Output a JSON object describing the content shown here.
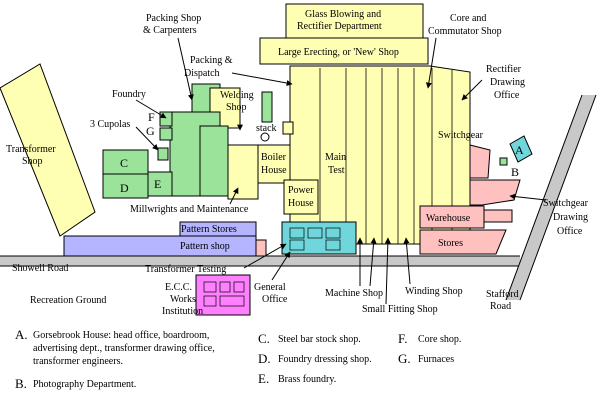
{
  "colors": {
    "yellow": "#ffffb4",
    "green": "#9be39b",
    "pink": "#ffc0c0",
    "blue": "#b4b4ff",
    "cyan": "#6fd6dc",
    "magenta": "#ff80ff",
    "grey": "#d0d0d0",
    "road": "#c8c8c8",
    "outline": "#000000"
  },
  "labels": {
    "glass_blowing": [
      "Glass Blowing and",
      "Rectifier Department"
    ],
    "large_erecting": "Large Erecting, or 'New' Shop",
    "core_commutator": [
      "Core and",
      "Commutator Shop"
    ],
    "rectifier_drawing": [
      "Rectifier",
      "Drawing",
      "Office"
    ],
    "packing_shop": [
      "Packing Shop",
      "& Carpenters"
    ],
    "packing_dispatch": [
      "Packing &",
      "Dispatch"
    ],
    "foundry": "Foundry",
    "welding_shop": [
      "Welding",
      "Shop"
    ],
    "three_cupolas": "3 Cupolas",
    "stack": "stack",
    "transformer_shop": [
      "Transformer",
      "Shop"
    ],
    "switchgear": "Switchgear",
    "boiler_house": [
      "Boiler",
      "House"
    ],
    "main_test": [
      "Main",
      "Test"
    ],
    "power_house": [
      "Power",
      "House"
    ],
    "millwrights": "Millwrights and Maintenance",
    "warehouse": "Warehouse",
    "switchgear_drawing": [
      "Switchgear",
      "Drawing",
      "Office"
    ],
    "stores": "Stores",
    "pattern_stores": "Pattern Stores",
    "pattern_shop": "Pattern shop",
    "showell_road": "Showell Road",
    "transformer_testing": "Transformer Testing",
    "recreation_ground": "Recreation Ground",
    "ecc_works": [
      "E.C.C.",
      "Works",
      "Institution"
    ],
    "general_office": [
      "General",
      "Office"
    ],
    "machine_shop": "Machine Shop",
    "small_fitting_shop": "Small Fitting Shop",
    "winding_shop": "Winding Shop",
    "stafford_road": [
      "Stafford",
      "Road"
    ]
  },
  "letters": {
    "A": "A",
    "B": "B",
    "C": "C",
    "D": "D",
    "E": "E",
    "F": "F",
    "G": "G"
  },
  "legend": [
    {
      "key": "A.",
      "lines": [
        "Gorsebrook House: head office, boardroom,",
        "advertising dept., transformer drawing office,",
        "transformer engineers."
      ]
    },
    {
      "key": "B.",
      "lines": [
        "Photography Department."
      ]
    },
    {
      "key": "C.",
      "lines": [
        "Steel bar stock shop."
      ]
    },
    {
      "key": "D.",
      "lines": [
        "Foundry dressing shop."
      ]
    },
    {
      "key": "E.",
      "lines": [
        "Brass foundry."
      ]
    },
    {
      "key": "F.",
      "lines": [
        "Core shop."
      ]
    },
    {
      "key": "G.",
      "lines": [
        "Furnaces"
      ]
    }
  ]
}
